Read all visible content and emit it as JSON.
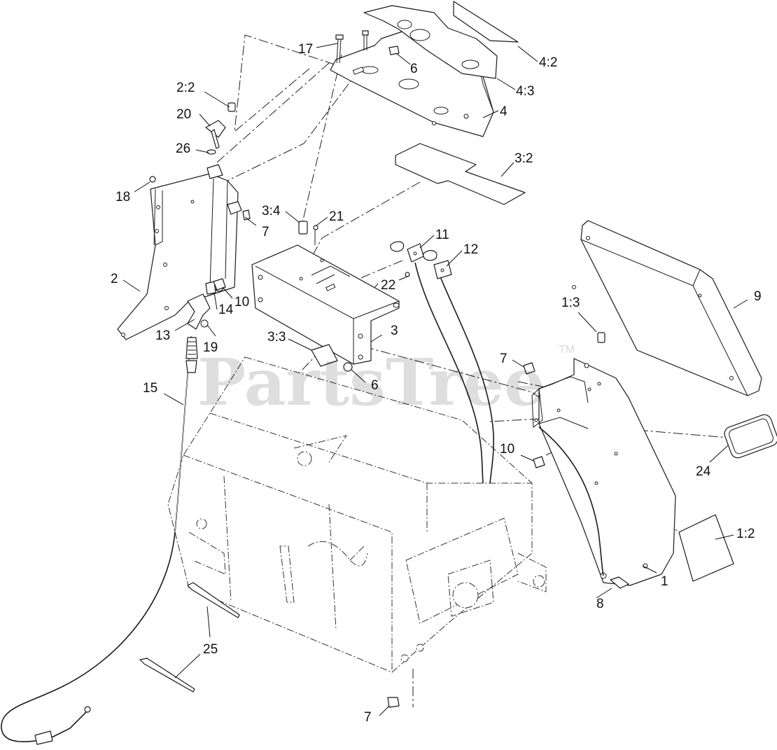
{
  "watermark": {
    "text": "PartsTree",
    "trademark": "TM"
  },
  "callouts": [
    {
      "id": "c-17",
      "text": "17"
    },
    {
      "id": "c-6a",
      "text": "6"
    },
    {
      "id": "c-4-2",
      "text": "4:2"
    },
    {
      "id": "c-4-3",
      "text": "4:3"
    },
    {
      "id": "c-4",
      "text": "4"
    },
    {
      "id": "c-2-2",
      "text": "2:2"
    },
    {
      "id": "c-20",
      "text": "20"
    },
    {
      "id": "c-26",
      "text": "26"
    },
    {
      "id": "c-18",
      "text": "18"
    },
    {
      "id": "c-7a",
      "text": "7"
    },
    {
      "id": "c-3-2",
      "text": "3:2"
    },
    {
      "id": "c-3-4",
      "text": "3:4"
    },
    {
      "id": "c-21",
      "text": "21"
    },
    {
      "id": "c-11",
      "text": "11"
    },
    {
      "id": "c-12",
      "text": "12"
    },
    {
      "id": "c-2",
      "text": "2"
    },
    {
      "id": "c-22",
      "text": "22"
    },
    {
      "id": "c-10a",
      "text": "10"
    },
    {
      "id": "c-13",
      "text": "13"
    },
    {
      "id": "c-14",
      "text": "14"
    },
    {
      "id": "c-19",
      "text": "19"
    },
    {
      "id": "c-3",
      "text": "3"
    },
    {
      "id": "c-3-3",
      "text": "3:3"
    },
    {
      "id": "c-6b",
      "text": "6"
    },
    {
      "id": "c-1-3",
      "text": "1:3"
    },
    {
      "id": "c-9",
      "text": "9"
    },
    {
      "id": "c-7b",
      "text": "7"
    },
    {
      "id": "c-15",
      "text": "15"
    },
    {
      "id": "c-10b",
      "text": "10"
    },
    {
      "id": "c-24",
      "text": "24"
    },
    {
      "id": "c-1-2",
      "text": "1:2"
    },
    {
      "id": "c-1",
      "text": "1"
    },
    {
      "id": "c-8",
      "text": "8"
    },
    {
      "id": "c-25",
      "text": "25"
    },
    {
      "id": "c-7c",
      "text": "7"
    }
  ]
}
